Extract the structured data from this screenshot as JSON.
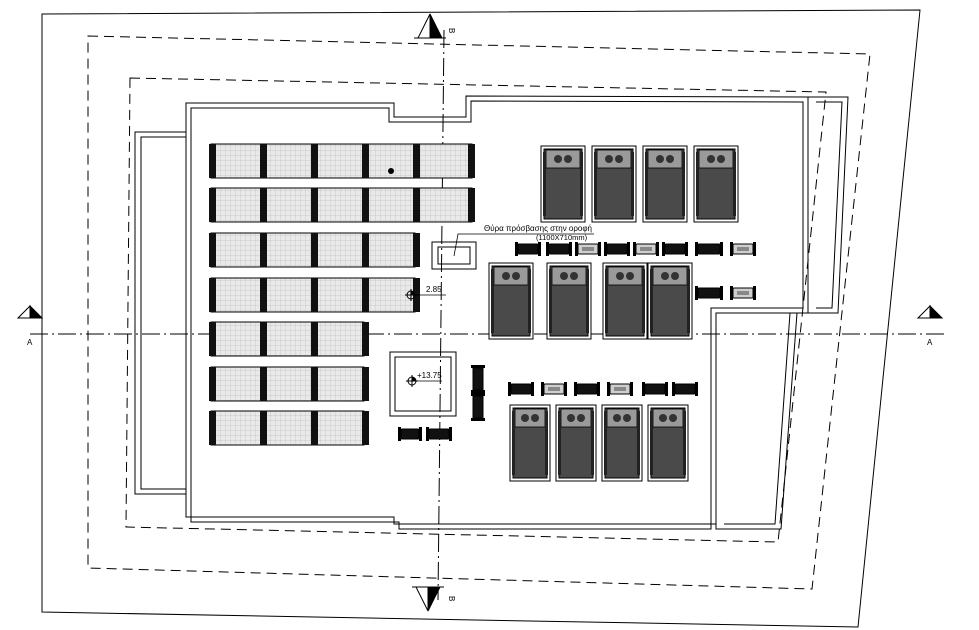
{
  "section_marks": {
    "b_top": "B",
    "b_bottom": "B",
    "a_left": "A",
    "a_right": "A"
  },
  "annotations": {
    "hatch_label_line1": "Θύρα πρόσβασης στην οροφή",
    "hatch_label_line2": "(1100X710mm)",
    "level_small": "2.85",
    "level_large": "+13.75"
  },
  "colors": {
    "line": "#000000",
    "panel_fill": "#e6e6e6",
    "unit_fill": "#555555",
    "unit_top": "#9a9a9a"
  }
}
